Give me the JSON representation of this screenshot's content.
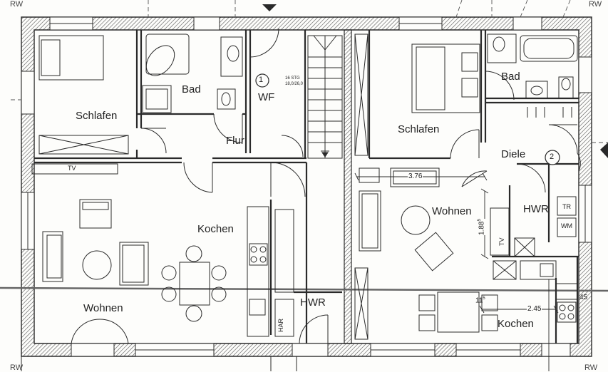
{
  "corner_marks": [
    "RW",
    "RW",
    "RW",
    "RW"
  ],
  "apartments": [
    {
      "number": "1",
      "rooms": {
        "schlafen": "Schlafen",
        "bad": "Bad",
        "wf": "WF",
        "flur": "Flur",
        "kochen": "Kochen",
        "wohnen": "Wohnen",
        "hwr": "HWR"
      },
      "fixtures": {
        "tv": "TV",
        "har": "HAR"
      },
      "stair_note": [
        "16 STG",
        "18,0/26,0"
      ]
    },
    {
      "number": "2",
      "rooms": {
        "schlafen": "Schlafen",
        "bad": "Bad",
        "diele": "Diele",
        "wohnen": "Wohnen",
        "hwr": "HWR",
        "kochen": "Kochen"
      },
      "fixtures": {
        "tr": "TR",
        "wm": "WM",
        "tv": "TV"
      }
    }
  ],
  "dimensions": {
    "d1": "3.76",
    "d2": "1.88",
    "d2_sup": "5",
    "d3": "2.45",
    "d4": "11",
    "d4_sup": "5",
    "d5": "45"
  },
  "colors": {
    "line": "#2a2a2a",
    "wall_hatch": "#555555",
    "background": "#fdfdfb"
  }
}
